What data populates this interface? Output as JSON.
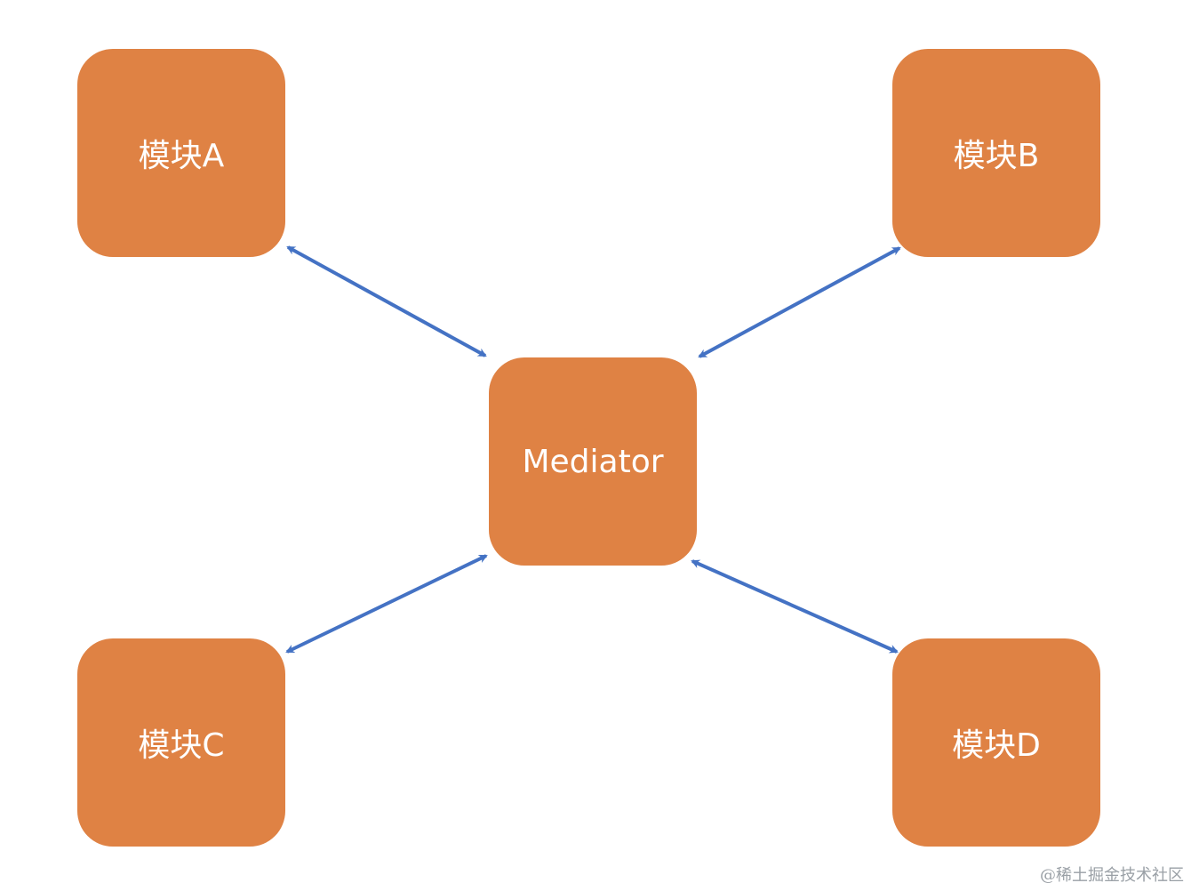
{
  "nodes": {
    "a": "模块A",
    "b": "模块B",
    "mediator": "Mediator",
    "c": "模块C",
    "d": "模块D"
  },
  "watermark": "@稀土掘金技术社区",
  "colors": {
    "node_fill": "#DF8244",
    "node_text": "#FFFFFF",
    "arrow": "#4472C4"
  },
  "connections": [
    {
      "from": "a",
      "to": "mediator",
      "bidirectional": true
    },
    {
      "from": "b",
      "to": "mediator",
      "bidirectional": true
    },
    {
      "from": "c",
      "to": "mediator",
      "bidirectional": true
    },
    {
      "from": "d",
      "to": "mediator",
      "bidirectional": true
    }
  ]
}
